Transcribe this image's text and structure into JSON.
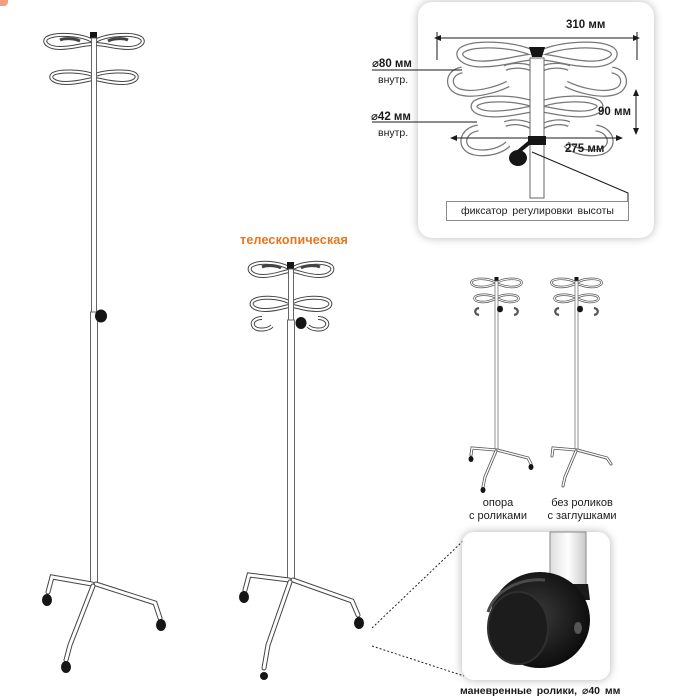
{
  "labels": {
    "telescopic": "телескопическая",
    "width_310": "310 мм",
    "diam_80": "⌀80 мм",
    "diam_80_sub": "внутр.",
    "diam_42": "⌀42 мм",
    "diam_42_sub": "внутр.",
    "height_90": "90 мм",
    "width_275": "275 мм",
    "height_fixer": "фиксатор  регулировки  высоты",
    "with_casters_line1": "опора",
    "with_casters_line2": "с роликами",
    "without_casters_line1": "без роликов",
    "without_casters_line2": "с заглушками",
    "caster_caption": "маневренные  ролики,  ⌀40 мм"
  },
  "colors": {
    "orange_label": "#e8751a",
    "stand_white": "#ffffff",
    "stand_outline": "#555555",
    "knob_black": "#151515",
    "panel_shadow": "#b0b0b0"
  },
  "icons": {
    "stand": "iv-stand-illustration",
    "caster": "caster-wheel-illustration",
    "knob": "height-lock-knob-icon"
  }
}
